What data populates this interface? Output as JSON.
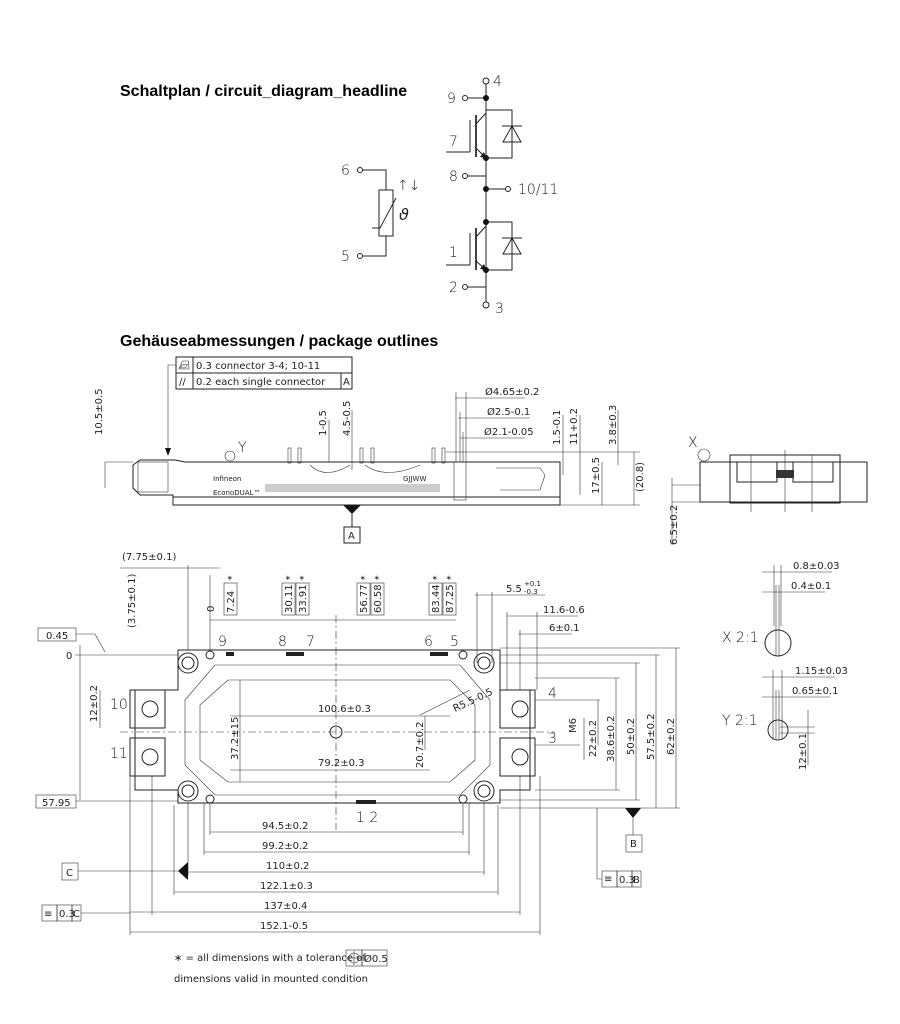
{
  "headings": {
    "circuit": "Schaltplan / circuit_diagram_headline",
    "package": "Gehäuseabmessungen / package outlines"
  },
  "circuit": {
    "pins": {
      "p9": "9",
      "p4": "4",
      "p7": "7",
      "p8": "8",
      "p10_11": "10/11",
      "p1": "1",
      "p2": "2",
      "p3": "3",
      "p6": "6",
      "p5": "5"
    },
    "ntc_symbol": "ϑ"
  },
  "side_view": {
    "tolerance_frame": [
      {
        "symbol": "flatness",
        "text": "0.3 connector 3-4; 10-11",
        "datum": ""
      },
      {
        "symbol": "parallelism",
        "text": "0.2 each single connector",
        "datum": "A"
      }
    ],
    "dims": {
      "d_4_65": "Ø4.65±0.2",
      "d_2_5": "Ø2.5-0.1",
      "d_2_1": "Ø2.1-0.05",
      "h_1_5": "1.5-0.1",
      "h_11": "11+0.2",
      "h_3_8": "3.8±0.3",
      "h_17": "17±0.5",
      "h_20_8": "(20.8)",
      "h_10_5": "10.5±0.5",
      "h_1": "1-0.5",
      "h_4_5": "4.5-0.5",
      "h_6_5": "6.5±0.2"
    },
    "datum_a": "A",
    "detail_y": "Y",
    "detail_x": "X",
    "brand": "Infineon",
    "product": "EconoDUAL™",
    "date_code": "GJJWW"
  },
  "top_view": {
    "pin_positions": [
      "7.24",
      "30.11",
      "33.91",
      "56.77",
      "60.58",
      "83.44",
      "87.25"
    ],
    "asterisk": "∗",
    "pins": {
      "p9": "9",
      "p8": "8",
      "p7": "7",
      "p6": "6",
      "p5": "5",
      "p4": "4",
      "p3": "3",
      "p10": "10",
      "p11": "11",
      "p12": "1  2"
    },
    "dims": {
      "d_7_75": "(7.75±0.1)",
      "d_3_75": "(3.75±0.1)",
      "zero_x": "0",
      "zero_y": "0",
      "box_0_45": "0.45",
      "box_57_95": "57.95",
      "d_5_5": "5.5",
      "d_5_5_tol_up": "+0.1",
      "d_5_5_tol_dn": "-0.3",
      "d_11_6": "11.6-0.6",
      "d_6": "6±0.1",
      "d_100_6": "100.6±0.3",
      "d_37_2": "37.2±15",
      "d_r5_5": "R5.5-0.5",
      "d_20_7": "20.7±0.2",
      "d_79_2": "79.2±0.3",
      "d_m6": "M6",
      "d_22": "22±0.2",
      "d_38_6": "38.6±0.2",
      "d_50": "50±0.2",
      "d_57_5": "57.5±0.2",
      "d_62": "62±0.2",
      "d_12": "12±0.2",
      "d_94_5": "94.5±0.2",
      "d_99_2": "99.2±0.2",
      "d_110": "110±0.2",
      "d_122_1": "122.1±0.3",
      "d_137": "137±0.4",
      "d_152_1": "152.1-0.5"
    },
    "datum_b": "B",
    "datum_c": "C",
    "frame_b": {
      "value": "0.3",
      "datum": "B"
    },
    "frame_c": {
      "value": "0.3",
      "datum": "C"
    }
  },
  "details": {
    "x": {
      "label": "X 2:1",
      "d1": "0.8±0.03",
      "d2": "0.4±0.1"
    },
    "y": {
      "label": "Y 2:1",
      "d1": "1.15±0.03",
      "d2": "0.65±0.1",
      "d3": "12±0.1"
    }
  },
  "notes": {
    "tolerance": "∗ = all dimensions with a tolerance of",
    "tolerance_value": "Ø0.5",
    "mounted": "dimensions valid in mounted condition"
  }
}
